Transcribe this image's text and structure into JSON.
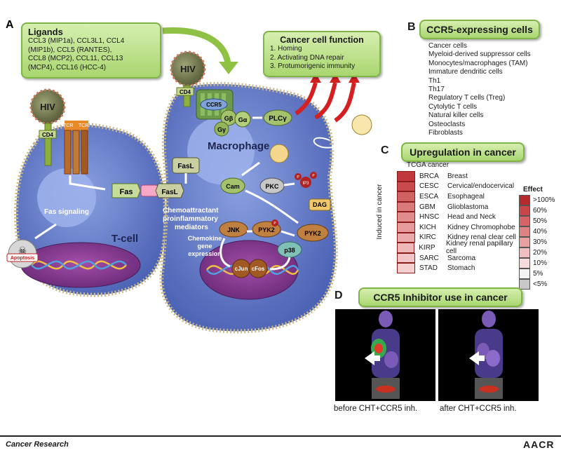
{
  "panels": {
    "a": "A",
    "b": "B",
    "c": "C",
    "d": "D"
  },
  "ligands": {
    "title": "Ligands",
    "lines": [
      "CCL3 (MIP1a), CCL3L1, CCL4",
      "(MIP1b), CCL5 (RANTES),",
      "CCL8 (MCP2), CCL11, CCL13",
      "(MCP4), CCL16 (HCC-4)"
    ]
  },
  "cancer_function": {
    "title": "Cancer cell function",
    "items": [
      "1.  Homing",
      "2. Activating DNA repair",
      "3. Protumorigenic immunity"
    ]
  },
  "ccr5_cells": {
    "title": "CCR5-expressing cells",
    "items": [
      "Cancer cells",
      "Myeloid-derived suppressor cells",
      "Monocytes/macrophages (TAM)",
      "Immature dendritic cells",
      "Th1",
      "Th17",
      "Regulatory T cells (Treg)",
      "Cytolytic T cells",
      "Natural killer cells",
      "Osteoclasts",
      "Fibroblasts"
    ]
  },
  "upregulation": {
    "title": "Upregulation in cancer",
    "header": "TCGA cancer",
    "axis_label": "Induced in cancer",
    "rows": [
      {
        "code": "BRCA",
        "name": "Breast",
        "color": "#c0383b"
      },
      {
        "code": "CESC",
        "name": "Cervical/endocervical",
        "color": "#c84a4c"
      },
      {
        "code": "ESCA",
        "name": "Esophageal",
        "color": "#d06264"
      },
      {
        "code": "GBM",
        "name": "Glioblastoma",
        "color": "#d97a7b"
      },
      {
        "code": "HNSC",
        "name": "Head and Neck",
        "color": "#e08c8d"
      },
      {
        "code": "KICH",
        "name": "Kidney Chromophobe",
        "color": "#e59b9c"
      },
      {
        "code": "KIRC",
        "name": "Kidney renal clear cell",
        "color": "#eaa9aa"
      },
      {
        "code": "KIRP",
        "name": "Kidney renal papillary cell",
        "color": "#eeb7b8"
      },
      {
        "code": "SARC",
        "name": "Sarcoma",
        "color": "#f2c4c5"
      },
      {
        "code": "STAD",
        "name": "Stomach",
        "color": "#f5d0d1"
      }
    ],
    "effect_title": "Effect",
    "effect_scale": [
      {
        "label": ">100%",
        "color": "#b52a2d"
      },
      {
        "label": "60%",
        "color": "#c84649"
      },
      {
        "label": "50%",
        "color": "#d56466"
      },
      {
        "label": "40%",
        "color": "#df8283"
      },
      {
        "label": "30%",
        "color": "#e8a0a1"
      },
      {
        "label": "20%",
        "color": "#f0bebf"
      },
      {
        "label": "10%",
        "color": "#f7dcdc"
      },
      {
        "label": "5%",
        "color": "#f4f4f4"
      },
      {
        "label": "<5%",
        "color": "#c8c8c8"
      }
    ]
  },
  "inhibitor": {
    "title": "CCR5 Inhibitor use in cancer",
    "caption_before": "before CHT+CCR5 inh.",
    "caption_after": "after CHT+CCR5 inh."
  },
  "diagram": {
    "hiv": "HIV",
    "cd4": "CD4",
    "tcr": "TCR",
    "ccr5": "CCR5",
    "gb": "Gβ",
    "ga": "Gα",
    "gy": "Gγ",
    "plc": "PLCγ",
    "macrophage": "Macrophage",
    "fasl": "FasL",
    "fas": "Fas",
    "fas_signaling": "Fas signaling",
    "tcell": "T-cell",
    "apoptosis": "Apoptosis",
    "cam": "Cam",
    "pkc": "PKC",
    "ip3": "IP3",
    "dag": "DAG",
    "pyk2": "PYK2",
    "jnk": "JNK",
    "p38": "p38",
    "p": "P",
    "cjun": "cJun",
    "cfos": "cFos",
    "chemo_mediators": [
      "Chemoattractant",
      "proinflammatory",
      "mediators"
    ],
    "chemokine_expr": [
      "Chemokine",
      "gene",
      "expression"
    ]
  },
  "footer": {
    "journal": "Cancer Research",
    "logo": "AACR"
  },
  "colors": {
    "green_fill": "#b7de84",
    "green_border": "#7fb446",
    "cell_blue": "#5f79c8",
    "red_arrow": "#d42020"
  }
}
